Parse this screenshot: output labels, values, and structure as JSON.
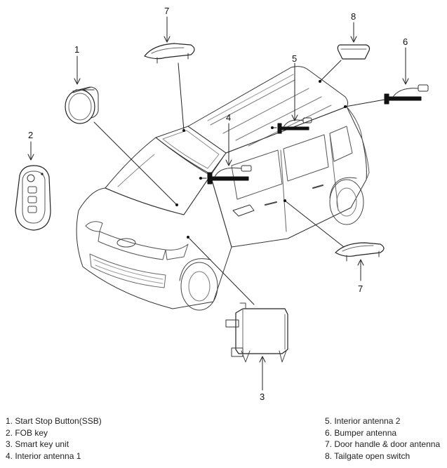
{
  "callouts": {
    "c1": "1",
    "c2": "2",
    "c3": "3",
    "c4": "4",
    "c5": "5",
    "c6": "6",
    "c7_top": "7",
    "c7_bottom": "7",
    "c8": "8"
  },
  "legend": {
    "items": [
      "1. Start Stop Button(SSB)",
      "2. FOB key",
      "3. Smart key unit",
      "4. Interior antenna 1",
      "5. Interior antenna 2",
      "6. Bumper antenna",
      "7. Door handle & door antenna",
      "8. Tailgate open switch"
    ]
  }
}
